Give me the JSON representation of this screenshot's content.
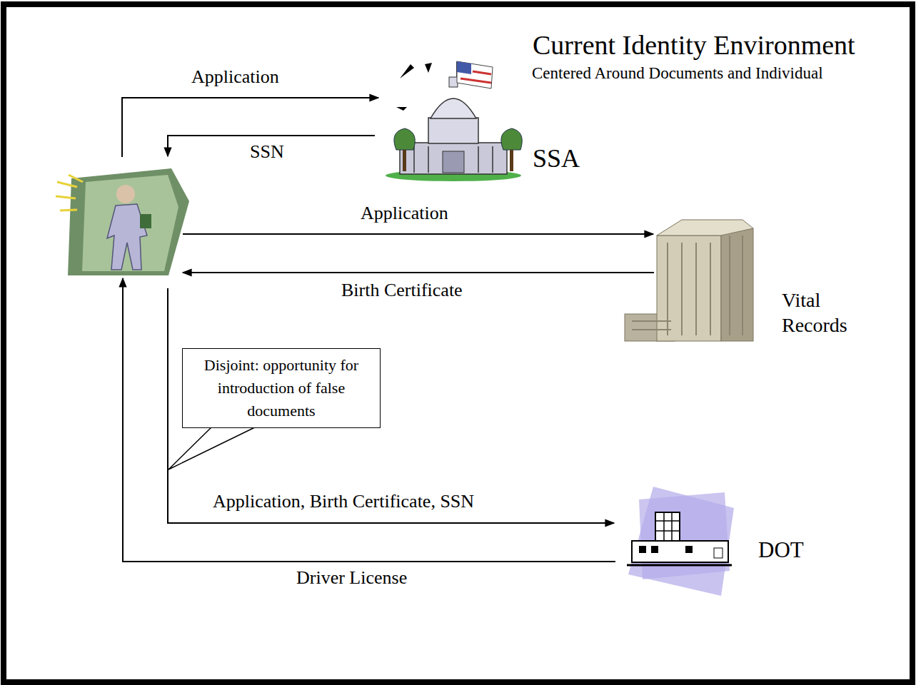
{
  "diagram": {
    "title": "Current Identity Environment",
    "nodes": [
      {
        "text": [
          "SSA"
        ]
      },
      {
        "text": [
          "Vital Records"
        ]
      },
      {
        "text": [
          "Disjoint: opportunity for introduction of false documents"
        ]
      },
      {
        "text": [
          "DOT"
        ]
      }
    ],
    "labels": [
      "Centered Around Documents and Individual",
      "Application",
      "SSN",
      "Application",
      "Birth Certificate",
      "Application, Birth Certificate, SSN",
      "Driver License"
    ]
  }
}
